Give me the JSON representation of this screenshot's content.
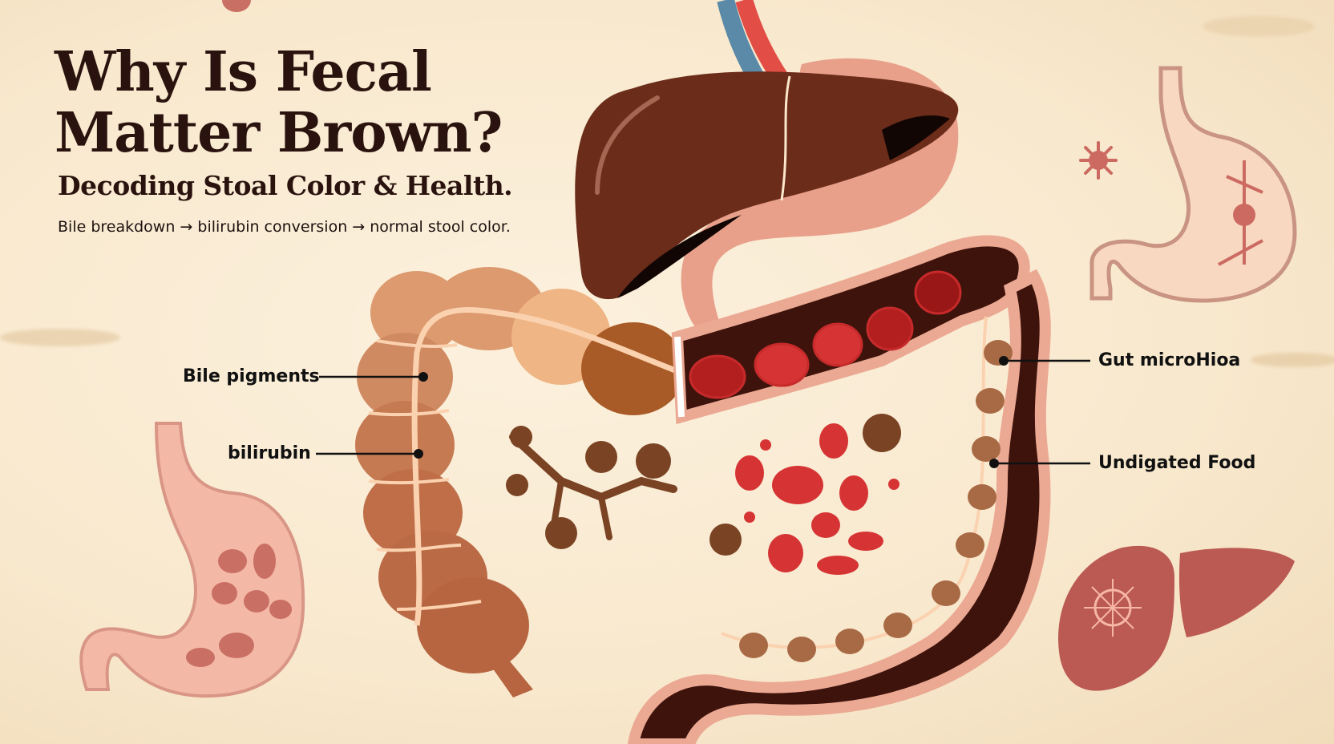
{
  "header": {
    "title_line1": "Why Is Fecal",
    "title_line2": "Matter Brown?",
    "subtitle": "Decoding Stoal Color & Health.",
    "flow_text": "Bile breakdown → bilirubin conversion → normal stool color."
  },
  "labels": {
    "bile_pigments": "Bile pigments",
    "bilirubin": "bilirubin",
    "gut_microbiota": "Gut microHioa",
    "undigested_food": "Undigated Food"
  },
  "colors": {
    "background": "#f9ebd2",
    "title_text": "#2a130e",
    "liver_main": "#6b2c1a",
    "liver_shadow": "#120604",
    "stomach_pink": "#e8a08a",
    "colon_dark": "#3d130c",
    "colon_outline": "#eba892",
    "blood_cell_red": "#d63434",
    "stool_particle": "#7a4324",
    "vein_blue": "#5a8aa8",
    "artery_red": "#e24d45",
    "icon_liver": "#bb5a52",
    "icon_stomach_fill": "#f8d8c0",
    "icon_stomach_outline": "#c99482"
  },
  "illustrations": [
    "liver-icon",
    "stomach-icon",
    "large-intestine-icon",
    "colon-icon",
    "red-blood-cell-icon",
    "stool-particle-icon",
    "microbe-icon",
    "virus-liver-icon"
  ]
}
